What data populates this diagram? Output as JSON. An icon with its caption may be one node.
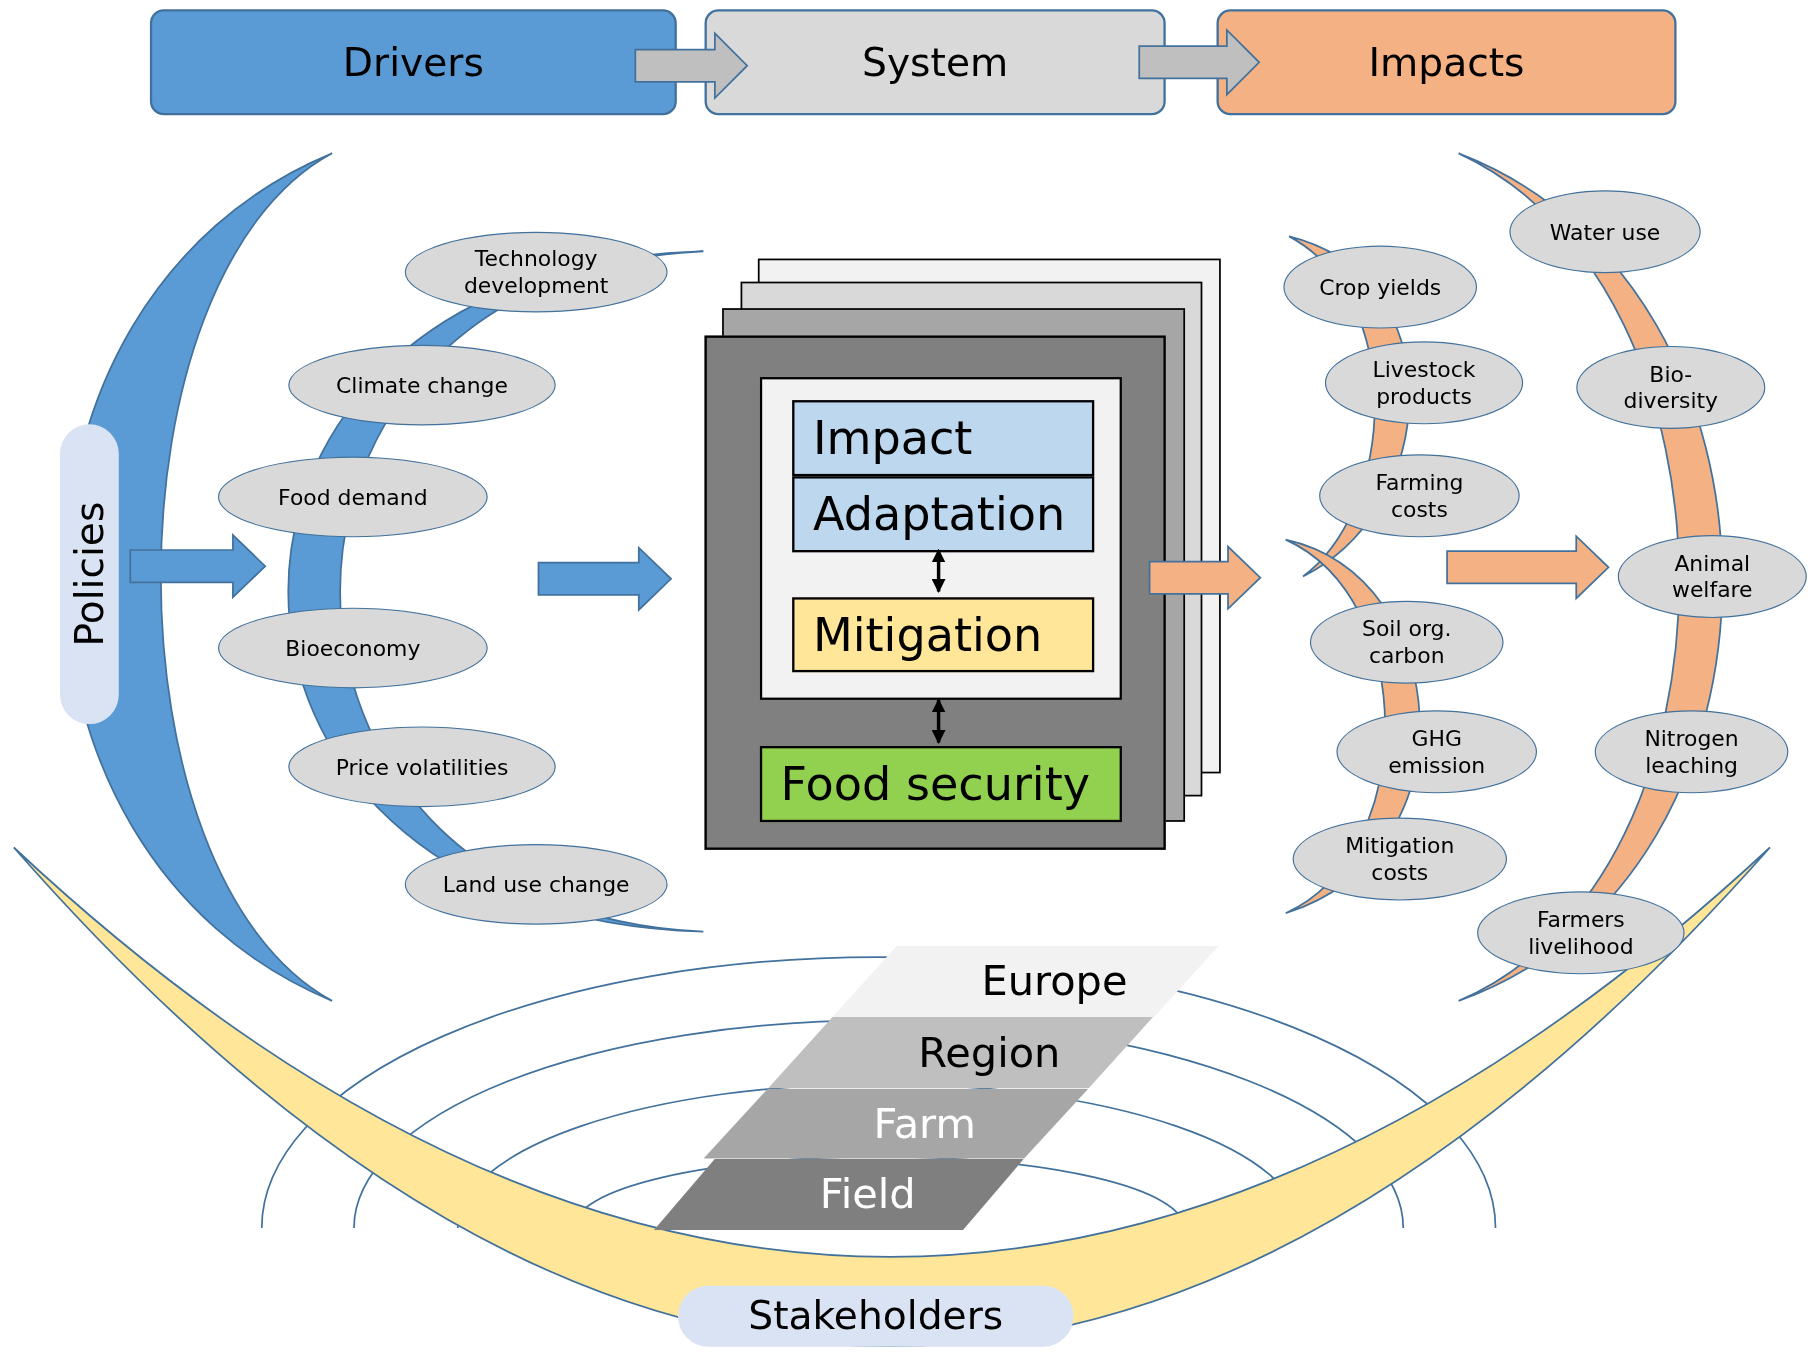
{
  "diagram": {
    "nodes": [
      {
        "text": [
          "Drivers"
        ]
      },
      {
        "text": [
          "System"
        ]
      },
      {
        "text": [
          "Impacts"
        ]
      },
      {
        "text": [
          "Policies"
        ]
      },
      {
        "text": [
          "Technology development"
        ]
      },
      {
        "text": [
          "Climate change"
        ]
      },
      {
        "text": [
          "Food demand"
        ]
      },
      {
        "text": [
          "Bioeconomy"
        ]
      },
      {
        "text": [
          "Price volatilities"
        ]
      },
      {
        "text": [
          "Land use change"
        ]
      },
      {
        "text": [],
        "shape": "box"
      },
      {
        "text": [],
        "shape": "box",
        "in": 10
      },
      {
        "text": [
          "Impact"
        ],
        "in": 11
      },
      {
        "text": [
          "Adaptation"
        ],
        "in": 11
      },
      {
        "text": [
          "Mitigation"
        ],
        "in": 11
      },
      {
        "text": [
          "Food security"
        ],
        "in": 10
      },
      {
        "text": [
          "Crop yields"
        ]
      },
      {
        "text": [
          "Livestock products"
        ]
      },
      {
        "text": [
          "Farming costs"
        ]
      },
      {
        "text": [
          "Soil org. carbon"
        ]
      },
      {
        "text": [
          "GHG emission"
        ]
      },
      {
        "text": [
          "Mitigation costs"
        ]
      },
      {
        "text": [
          "Water use"
        ]
      },
      {
        "text": [
          "Bio-diversity"
        ]
      },
      {
        "text": [
          "Animal welfare"
        ]
      },
      {
        "text": [
          "Nitrogen leaching"
        ]
      },
      {
        "text": [
          "Farmers livelihood"
        ]
      },
      {
        "text": [
          "Europe"
        ]
      },
      {
        "text": [
          "Region"
        ]
      },
      {
        "text": [
          "Farm"
        ]
      },
      {
        "text": [
          "Field"
        ]
      },
      {
        "text": [
          "Stakeholders"
        ]
      },
      {
        "text": [],
        "shape": "arc"
      },
      {
        "text": [],
        "shape": "arc"
      },
      {
        "text": [],
        "shape": "arc"
      },
      {
        "text": [],
        "shape": "arc"
      }
    ],
    "edges": [
      {
        "from": 0,
        "to": 1,
        "arrow": "to",
        "color": "#bfbfbf"
      },
      {
        "from": 1,
        "to": 2,
        "arrow": "to",
        "color": "#bfbfbf"
      },
      {
        "from": 3,
        "to": null,
        "arrow": "to",
        "color": "#5b9bd5"
      },
      {
        "from": null,
        "to": 10,
        "arrow": "to",
        "color": "#5b9bd5"
      },
      {
        "from": 13,
        "to": 14,
        "arrow": "both",
        "color": "#000000"
      },
      {
        "from": 11,
        "to": 15,
        "arrow": "both",
        "color": "#000000"
      },
      {
        "from": 10,
        "to": null,
        "arrow": "to",
        "color": "#f4b183"
      },
      {
        "from": null,
        "to": 24,
        "arrow": "to",
        "color": "#f4b183"
      }
    ]
  }
}
